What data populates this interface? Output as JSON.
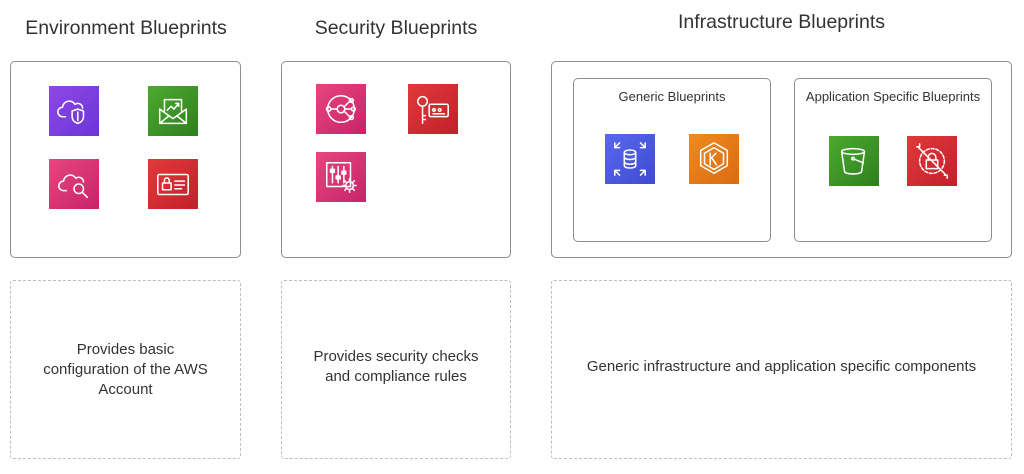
{
  "columns": {
    "environment": {
      "title": "Environment Blueprints",
      "description": [
        "Provides basic",
        "configuration of the AWS",
        "Account"
      ]
    },
    "security": {
      "title": "Security Blueprints",
      "description": [
        "Provides security checks",
        "and compliance rules"
      ]
    },
    "infrastructure": {
      "title": "Infrastructure Blueprints",
      "generic_title": "Generic Blueprints",
      "application_title": "Application Specific Blueprints",
      "description": [
        "Generic infrastructure and application specific components"
      ]
    }
  },
  "icons": {
    "environment": [
      "cloud-shield-icon",
      "mail-chart-icon",
      "cloud-search-icon",
      "lock-card-icon"
    ],
    "security": [
      "network-hub-icon",
      "key-card-icon",
      "control-settings-icon"
    ],
    "generic": [
      "database-icon",
      "kubernetes-icon"
    ],
    "application": [
      "bucket-icon",
      "lock-blocked-icon"
    ]
  },
  "colors": {
    "pink": "#d32f6f",
    "purple": "#7d3fe0",
    "green": "#3f922b",
    "red": "#d82c33",
    "blue": "#4c5ae0",
    "orange": "#e67a17"
  }
}
